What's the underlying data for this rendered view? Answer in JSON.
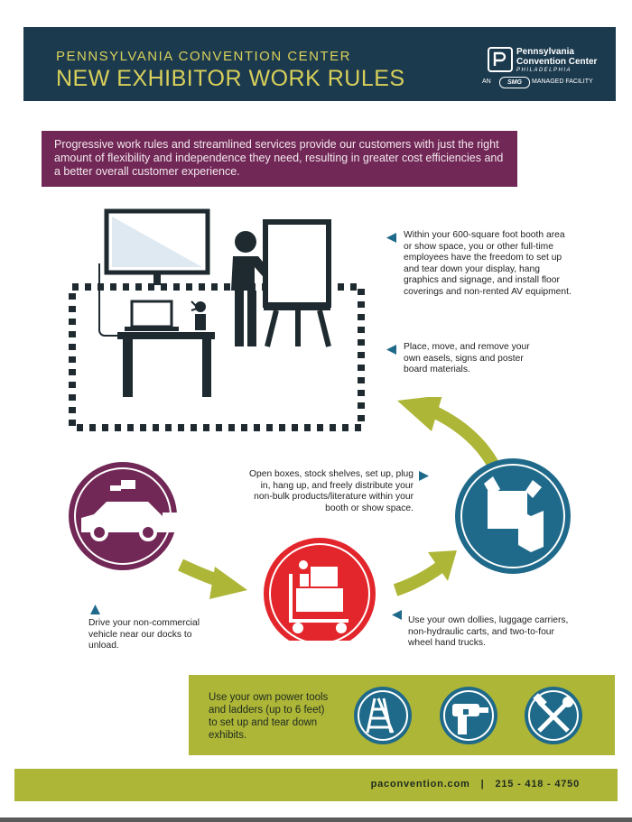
{
  "header": {
    "title_line1": "PENNSYLVANIA CONVENTION CENTER",
    "title_line2": "NEW EXHIBITOR WORK RULES",
    "logo": {
      "name_line1": "Pennsylvania",
      "name_line2": "Convention Center",
      "city": "PHILADELPHIA",
      "managed_prefix": "AN",
      "managed_brand": "SMG",
      "managed_suffix": "MANAGED FACILITY"
    }
  },
  "intro": "Progressive work rules and streamlined services provide our customers with just the right amount of flexibility and independence they need, resulting in greater cost efficiencies and a better overall customer experience.",
  "rules": {
    "booth": "Within your 600-square foot booth area or show space, you or other full-time employees have the freedom to set up and tear down your display, hang graphics and signage, and install floor coverings and non-rented AV equipment.",
    "easels": "Place, move, and remove your own easels, signs and poster board materials.",
    "boxes": "Open boxes, stock shelves, set up, plug in, hang up, and freely distribute your non-bulk products/literature within your booth or show space.",
    "vehicle": "Drive your non-commercial vehicle near our docks to unload.",
    "dollies": "Use your own dollies, luggage carriers, non-hydraulic carts, and two-to-four wheel hand trucks.",
    "tools": "Use your own power tools and ladders (up to 6 feet) to set up and tear down exhibits."
  },
  "footer": {
    "website": "paconvention.com",
    "separator": "|",
    "phone": "215 - 418 - 4750"
  },
  "colors": {
    "navy": "#1c3a4e",
    "gold": "#d8d05a",
    "plum": "#722856",
    "red": "#e3262b",
    "teal": "#1f6a8a",
    "lime": "#aeb637",
    "dark": "#1e2a2f"
  },
  "icons": [
    "monitor-icon",
    "laptop-icon",
    "flowers-icon",
    "person-icon",
    "easel-icon",
    "car-icon",
    "cart-icon",
    "box-icon",
    "ladder-icon",
    "drill-icon",
    "tools-icon"
  ]
}
